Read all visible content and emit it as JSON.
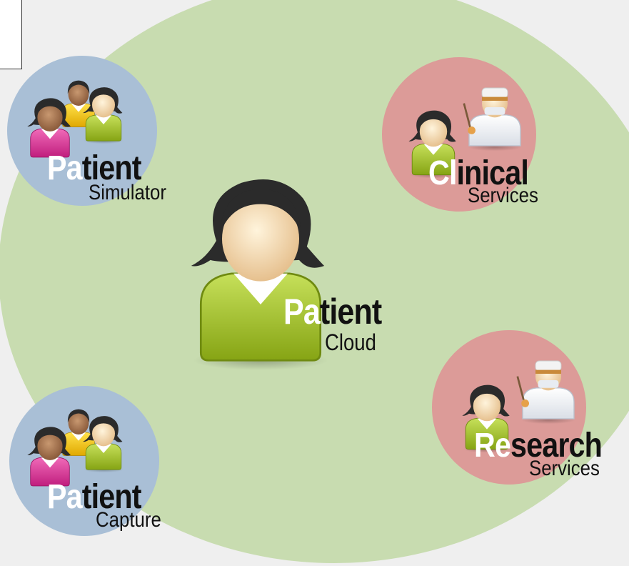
{
  "nodes": [
    {
      "id": "simulator",
      "title_highlight": "Pa",
      "title_rest": "tient",
      "subtitle": "Simulator"
    },
    {
      "id": "capture",
      "title_highlight": "Pa",
      "title_rest": "tient",
      "subtitle": "Capture"
    },
    {
      "id": "cloud",
      "title_highlight": "Pa",
      "title_rest": "tient",
      "subtitle": "Cloud"
    },
    {
      "id": "clinical",
      "title_highlight": "Cl",
      "title_rest": "inical",
      "subtitle": "Services"
    },
    {
      "id": "research",
      "title_highlight": "Re",
      "title_rest": "search",
      "subtitle": "Services"
    }
  ],
  "colors": {
    "background": "#efefef",
    "cloud_ellipse": "#c8dcb0",
    "patient_group_circle": "#a9bfd6",
    "services_circle": "#dc9b98",
    "shirt_green": "#a0bf2a",
    "shirt_pink": "#e13d9c",
    "shirt_yellow": "#f0c419"
  },
  "icons": [
    "patient-group-icon",
    "patient-icon",
    "doctor-icon"
  ]
}
